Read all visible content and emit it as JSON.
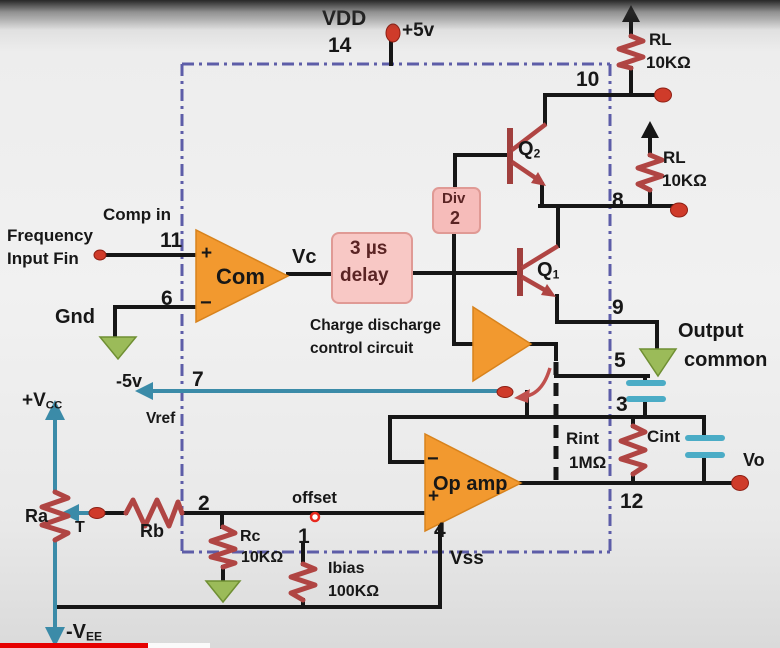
{
  "colors": {
    "wire": "#161616",
    "resistor": "#b04543",
    "transistor": "#b04543",
    "capacitor": "#4bacc6",
    "amp_triangle": "#f2992f",
    "ground": "#9bbb59",
    "terminal": "#cf3b2a",
    "cyan_wire": "#3b8ba8",
    "ic_border": "#5d5da8",
    "pink_box": "#f8c8c5",
    "progress_red": "#e60000"
  },
  "pins": {
    "p1": "1",
    "p2": "2",
    "p3": "3",
    "p4": "4",
    "p5": "5",
    "p6": "6",
    "p7": "7",
    "p8": "8",
    "p9": "9",
    "p10": "10",
    "p11": "11",
    "p12": "12",
    "p14": "14"
  },
  "supply": {
    "vdd": "VDD",
    "plus5v": "+5v",
    "minus5v": "-5v",
    "vref": "Vref",
    "vss": "Vss",
    "gnd": "Gnd",
    "vcc_main": "+V",
    "vcc_sub": "CC",
    "vee_main": "-V",
    "vee_sub": "EE"
  },
  "components": {
    "com": "Com",
    "op_amp": "Op amp",
    "delay_line1": "3 µs",
    "delay_line2": "delay",
    "divider_line1": "Div",
    "divider_line2": "2",
    "q_main": "Q",
    "q1_sub": "1",
    "q2_sub": "2",
    "rl": "RL",
    "rl_value": "10KΩ",
    "rint": "Rint",
    "rint_value": "1MΩ",
    "cint": "Cint",
    "ra": "Ra",
    "rb": "Rb",
    "rc": "Rc",
    "rc_value": "10KΩ",
    "ibias": "Ibias",
    "ibias_value": "100KΩ",
    "t": "T"
  },
  "signals": {
    "comp_in": "Comp in",
    "freq_line1": "Frequency",
    "freq_line2": "Input Fin",
    "vc": "Vc",
    "offset": "offset",
    "vo": "Vo",
    "charge_line1": "Charge discharge",
    "charge_line2": "control circuit",
    "output_common_line1": "Output",
    "output_common_line2": "common",
    "plus": "+",
    "minus": "−"
  }
}
